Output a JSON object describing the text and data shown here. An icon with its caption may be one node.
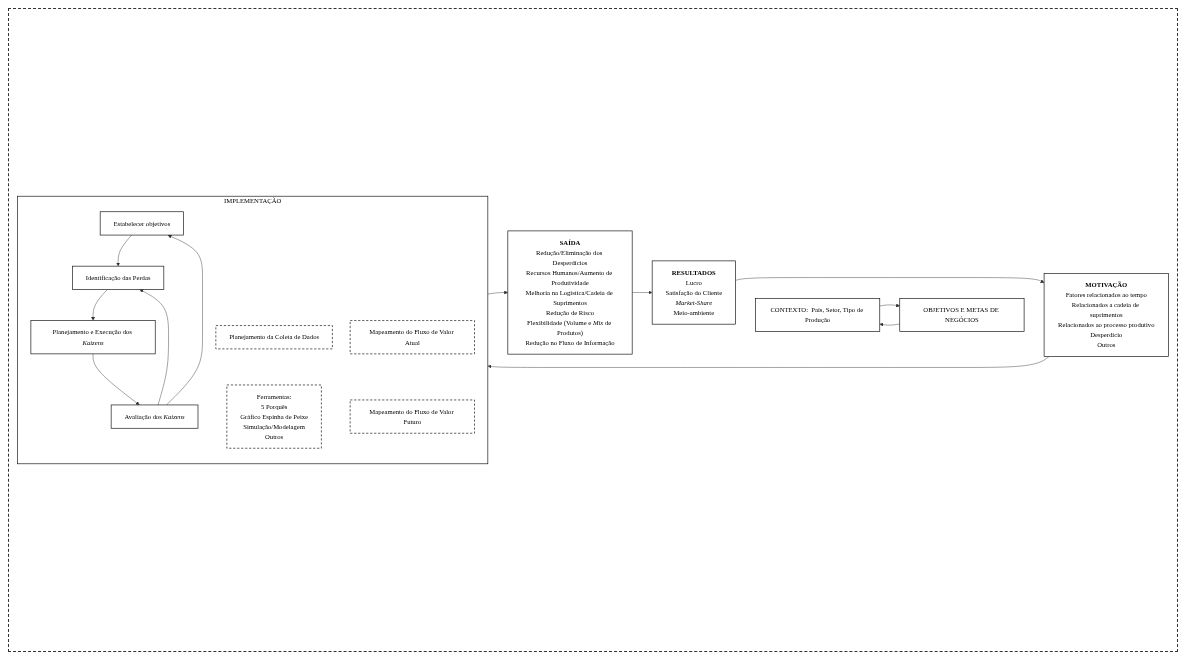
{
  "diagram": {
    "nodes": [
      {
        "text": [
          "OBJETIVOS E METAS DE NEGÓCIOS"
        ]
      },
      {
        "text": [
          "MOTIVAÇÃO",
          "Fatores relacionados ao tempo",
          "Relacionados a cadeia de suprimentos",
          "Relacionados ao processo produtivo",
          "Desperdício",
          "Outros"
        ]
      },
      {
        "text": [
          "IMPLEMENTAÇÃO"
        ]
      },
      {
        "text": [
          "Planejamento da Coleta de Dados"
        ],
        "in": 2
      },
      {
        "text": [
          "Ferramentas:",
          "5 Porquês",
          "Gráfico Espinha de Peixe",
          "Simulação/Modelagem",
          "Outros"
        ],
        "in": 2
      },
      {
        "text": [
          "Estabelecer objetivos"
        ],
        "in": 2
      },
      {
        "text": [
          "Identificação das Perdas"
        ],
        "in": 2
      },
      {
        "text": [
          "Planejamento e Execução dos *Kaizens*"
        ],
        "in": 2
      },
      {
        "text": [
          "Avaliação dos *Kaizens*"
        ],
        "in": 2
      },
      {
        "text": [
          "Mapeamento do Fluxo de Valor Atual"
        ],
        "in": 2
      },
      {
        "text": [
          "Mapeamento do Fluxo de Valor Futuro"
        ],
        "in": 2
      },
      {
        "text": [
          "SAÍDA",
          "Redução/Eliminação dos Desperdícios",
          "Recursos Humanos/Aumento de Produtividade",
          "Melhoria na Logística/Cadeia de Suprimentos",
          "Redução de Risco",
          "Flexibilidade (Volume e *Mix* de Produtos)",
          "Redução no Fluxo de Informação"
        ]
      },
      {
        "text": [
          "RESULTADOS",
          "Lucro",
          "Satisfação do Cliente",
          "*Market-Share*",
          "Meio-ambiente"
        ]
      },
      {
        "text": [
          "CONTEXTO:  País, Setor, Tipo de Produção"
        ]
      }
    ],
    "edges": [
      {
        "from": 0,
        "to": 13,
        "arrow": "to"
      },
      {
        "from": 13,
        "to": 0,
        "arrow": "to"
      },
      {
        "from": 1,
        "to": 2,
        "arrow": "to"
      },
      {
        "from": 2,
        "to": 11,
        "arrow": "to"
      },
      {
        "from": 11,
        "to": 12,
        "arrow": "to"
      },
      {
        "from": 12,
        "to": 1,
        "arrow": "to"
      },
      {
        "from": 5,
        "to": 6,
        "arrow": "to"
      },
      {
        "from": 6,
        "to": 7,
        "arrow": "to"
      },
      {
        "from": 7,
        "to": 8,
        "arrow": "to"
      },
      {
        "from": 8,
        "to": 6,
        "arrow": "to"
      },
      {
        "from": 8,
        "to": 5,
        "arrow": "to"
      }
    ]
  }
}
